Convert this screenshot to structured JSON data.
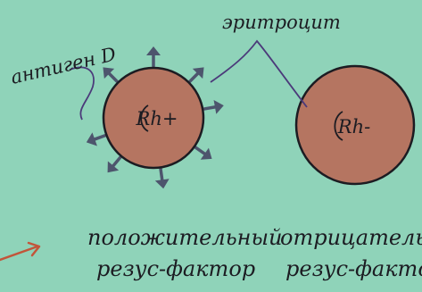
{
  "labels": {
    "antigen": "антиген D",
    "erythrocyte": "эритроцит"
  },
  "cells": [
    {
      "id": "positive",
      "label": "Rh+",
      "caption_line1": "положительный",
      "caption_line2": "резус-фактор",
      "has_antigens": true
    },
    {
      "id": "negative",
      "label": "Rh-",
      "caption_line1": "отрицательный",
      "caption_line2": "резус-фактор",
      "has_antigens": false
    }
  ],
  "colors": {
    "background": "#8fd3b9",
    "cell_fill": "#b57561",
    "cell_stroke": "#1c1c22",
    "antigen": "#4d556d",
    "pointer_line": "#4b3a7a",
    "arrow": "#c2553a"
  },
  "icons": {
    "antigen": "antigen-arrow-icon",
    "pointer": "right-arrow-icon"
  }
}
